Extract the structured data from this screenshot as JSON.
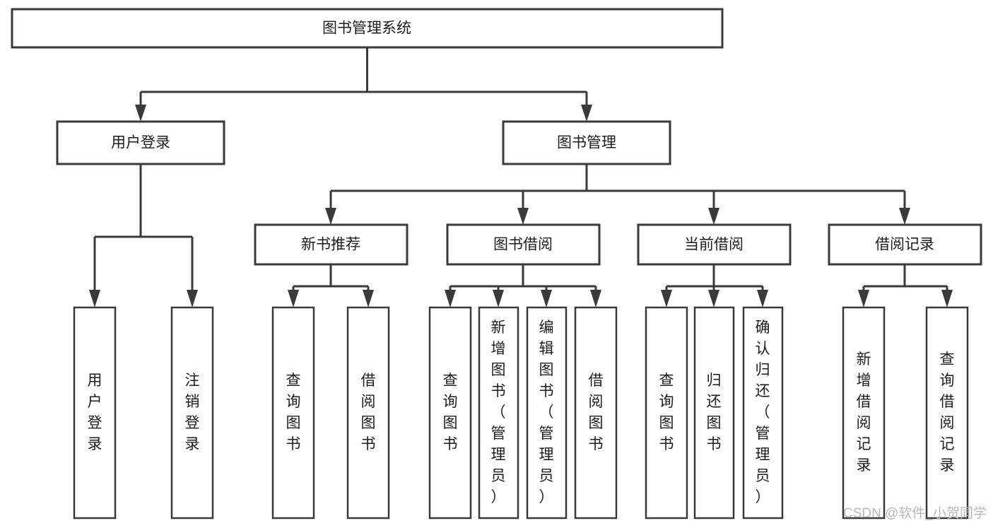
{
  "diagram": {
    "title": "图书管理系统",
    "type": "tree",
    "orientation": "top-down",
    "colors": {
      "stroke": "#3a3a3a",
      "box_fill": "#ffffff",
      "text": "#1c1c1c",
      "background": "#ffffff",
      "watermark": "#b9b9b9"
    },
    "root": {
      "label": "图书管理系统"
    },
    "level2": [
      {
        "label": "用户登录"
      },
      {
        "label": "图书管理"
      }
    ],
    "level3": [
      {
        "label": "新书推荐"
      },
      {
        "label": "图书借阅"
      },
      {
        "label": "当前借阅"
      },
      {
        "label": "借阅记录"
      }
    ],
    "leaves": {
      "user_login": [
        {
          "label": "用户登录"
        },
        {
          "label": "注销登录"
        }
      ],
      "new_book_recommend": [
        {
          "label": "查询图书"
        },
        {
          "label": "借阅图书"
        }
      ],
      "book_borrow": [
        {
          "label": "查询图书"
        },
        {
          "label": "新增图书（管理员）"
        },
        {
          "label": "编辑图书（管理员）"
        },
        {
          "label": "借阅图书"
        }
      ],
      "current_borrow": [
        {
          "label": "查询图书"
        },
        {
          "label": "归还图书"
        },
        {
          "label": "确认归还（管理员）"
        }
      ],
      "borrow_record": [
        {
          "label": "新增借阅记录"
        },
        {
          "label": "查询借阅记录"
        }
      ]
    }
  },
  "watermark": {
    "text": "CSDN @软件_小贺同学"
  }
}
